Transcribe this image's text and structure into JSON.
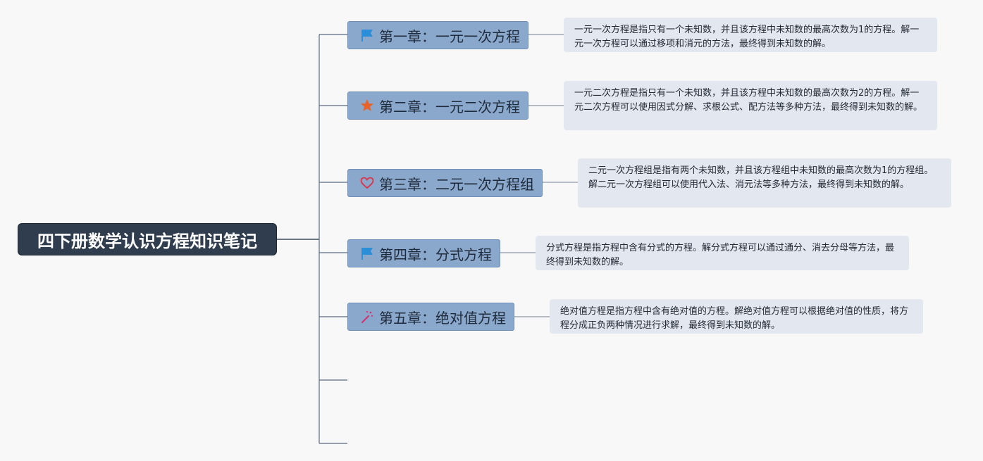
{
  "root": {
    "title": "四下册数学认识方程知识笔记"
  },
  "chapters": [
    {
      "title": "第一章：一元一次方程",
      "icon": "flag-icon",
      "icon_color": "#2a8fd8",
      "note": "一元一次方程是指只有一个未知数，并且该方程中未知数的最高次数为1的方程。解一元一次方程可以通过移项和消元的方法，最终得到未知数的解。"
    },
    {
      "title": "第二章：一元二次方程",
      "icon": "star-icon",
      "icon_color": "#e8622c",
      "note": "一元二次方程是指只有一个未知数，并且该方程中未知数的最高次数为2的方程。解一元二次方程可以使用因式分解、求根公式、配方法等多种方法，最终得到未知数的解。"
    },
    {
      "title": "第三章：二元一次方程组",
      "icon": "heart-icon",
      "icon_color": "#d8344a",
      "note": "二元一次方程组是指有两个未知数，并且该方程组中未知数的最高次数为1的方程组。解二元一次方程组可以使用代入法、消元法等多种方法，最终得到未知数的解。"
    },
    {
      "title": "第四章：分式方程",
      "icon": "flag-icon",
      "icon_color": "#2a8fd8",
      "note": "分式方程是指方程中含有分式的方程。解分式方程可以通过通分、消去分母等方法，最终得到未知数的解。"
    },
    {
      "title": "第五章：绝对值方程",
      "icon": "magic-wand-icon",
      "icon_color": "#d8306a",
      "note": "绝对值方程是指方程中含有绝对值的方程。解绝对值方程可以根据绝对值的性质，将方程分成正负两种情况进行求解，最终得到未知数的解。"
    }
  ],
  "colors": {
    "root_bg": "#2f3d4f",
    "chapter_bg": "#8aa8cc",
    "note_bg": "#e3e8f0",
    "line": "#5a6a80"
  }
}
